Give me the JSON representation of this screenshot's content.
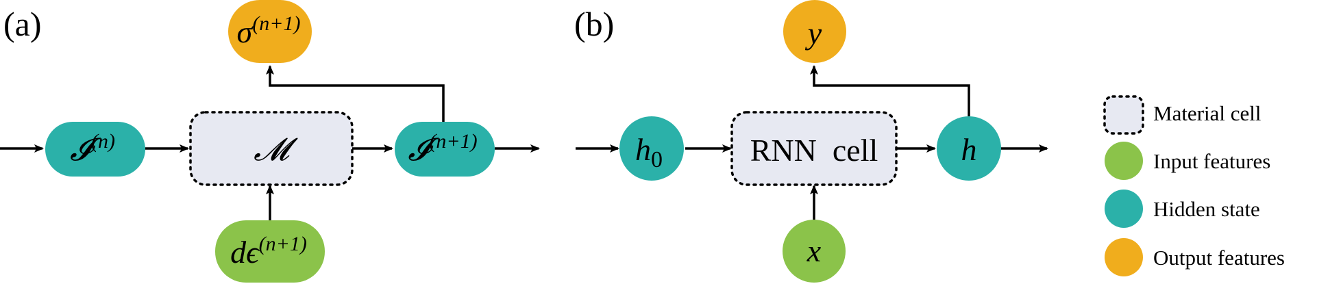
{
  "colors": {
    "teal": "#2bb1a9",
    "green": "#8bc34a",
    "orange": "#f0ad1d",
    "cell_fill": "#e7e9f2",
    "stroke": "#000000"
  },
  "panel_a": {
    "label": "(a)",
    "output_node": {
      "base": "σ",
      "sup": "(n+1)"
    },
    "input_state": {
      "base": "𝓘",
      "sup": "(n)"
    },
    "cell": {
      "label": "𝓜"
    },
    "output_state": {
      "base": "𝓘",
      "sup": "(n+1)"
    },
    "input_feature": {
      "base": "dϵ",
      "sup": "(n+1)"
    }
  },
  "panel_b": {
    "label": "(b)",
    "output_node": {
      "label": "y"
    },
    "initial_state": {
      "base": "h",
      "sub": "0"
    },
    "cell": {
      "label": "RNN  cell"
    },
    "state": {
      "label": "h"
    },
    "input_feature": {
      "label": "x"
    }
  },
  "legend": {
    "items": [
      {
        "label": "Material cell",
        "kind": "cell"
      },
      {
        "label": "Input features",
        "kind": "green"
      },
      {
        "label": "Hidden state",
        "kind": "teal"
      },
      {
        "label": "Output features",
        "kind": "orange"
      }
    ]
  }
}
